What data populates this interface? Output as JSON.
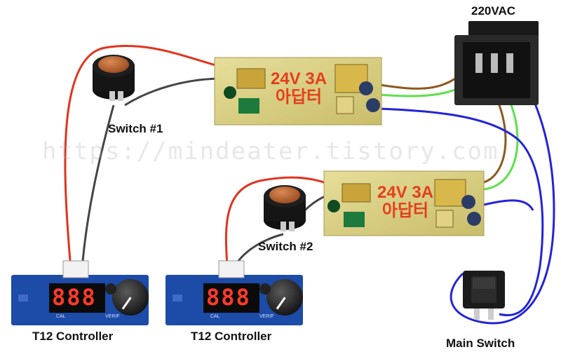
{
  "labels": {
    "ac_input": "220VAC",
    "switch1": "Switch #1",
    "switch2": "Switch #2",
    "controller1": "T12 Controller",
    "controller2": "T12 Controller",
    "main_switch": "Main Switch"
  },
  "power_supply": {
    "rating": "24V 3A",
    "type": "아답터"
  },
  "watermark": "https://mindeater.tistory.com",
  "display_digits": "888",
  "board_text": {
    "verif": "VERIF",
    "cal": "CAL"
  },
  "colors": {
    "red_wire": "#e0341e",
    "dark_wire": "#444444",
    "brown_wire": "#8a5a1c",
    "green_wire": "#5fe04c",
    "blue_wire": "#2323d8",
    "psu_label": "#e53d1c",
    "pcb_blue": "#1c4ba8"
  }
}
